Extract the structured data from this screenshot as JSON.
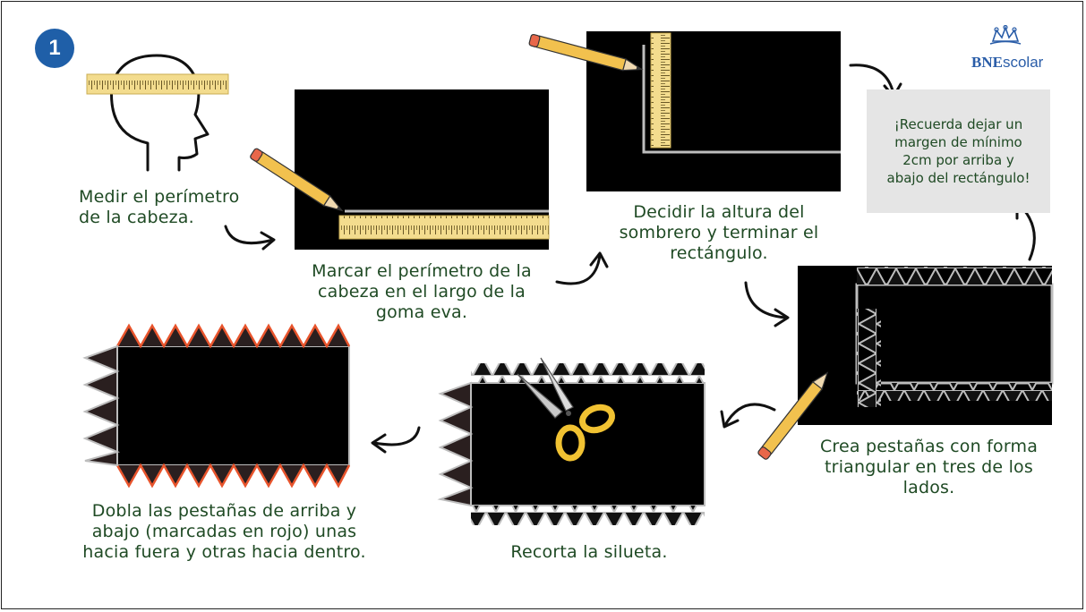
{
  "step_number": "1",
  "brand": {
    "bold": "BNE",
    "light": "scolar"
  },
  "captions": {
    "measure": "Medir el perímetro\nde la cabeza.",
    "mark": "Marcar el perímetro de la\ncabeza en el largo de la\ngoma eva.",
    "height": "Decidir la altura del\nsombrero y terminar el\nrectángulo.",
    "tabs": "Crea pestañas con forma\ntriangular en tres de los\nlados.",
    "cut": "Recorta la silueta.",
    "fold": "Dobla las pestañas de arriba y\nabajo (marcadas en rojo) unas\nhacia fuera y otras hacia dentro."
  },
  "note": "¡Recuerda dejar un\nmargen de mínimo\n2cm por arriba y\nabajo del rectángulo!",
  "colors": {
    "ink": "#1f4a24",
    "badge": "#1f5fa8",
    "ruler": "#f3dc8e",
    "pencil": "#f2c14e",
    "fold_red": "#e8542c",
    "note_bg": "#e5e5e5",
    "scissor_handle": "#f1c232"
  },
  "icons": [
    "head-icon",
    "ruler-icon",
    "pencil-icon",
    "scissors-icon",
    "crown-icon",
    "arrow-icon"
  ]
}
